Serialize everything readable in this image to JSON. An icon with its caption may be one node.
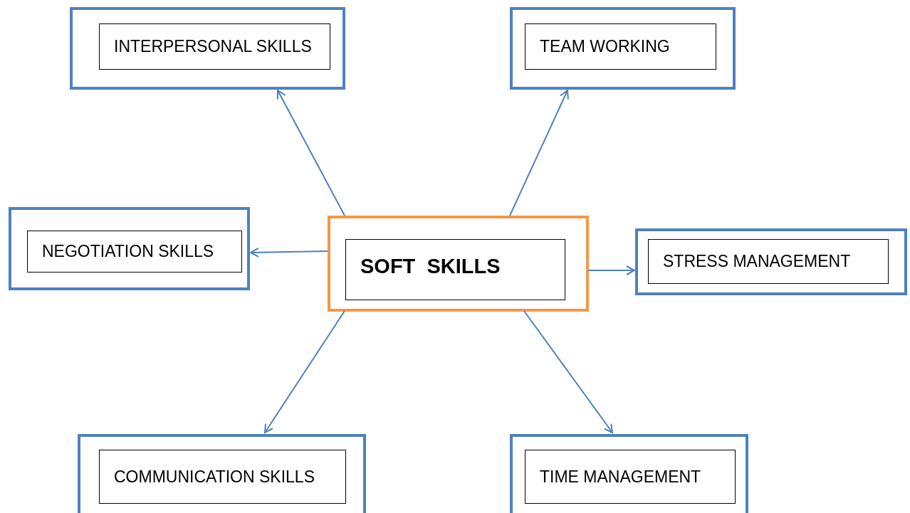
{
  "diagram": {
    "nodes": [
      {
        "text": [],
        "shape": "box"
      },
      {
        "text": [
          "INTERPERSONAL SKILLS"
        ],
        "in": 0
      },
      {
        "text": [],
        "shape": "box"
      },
      {
        "text": [
          "TEAM WORKING"
        ],
        "in": 2
      },
      {
        "text": [],
        "shape": "box"
      },
      {
        "text": [
          "NEGOTIATION SKILLS"
        ],
        "in": 4
      },
      {
        "text": [],
        "shape": "box"
      },
      {
        "text": [
          "SOFT  SKILLS"
        ],
        "in": 6
      },
      {
        "text": [],
        "shape": "box"
      },
      {
        "text": [
          "STRESS MANAGEMENT"
        ],
        "in": 8
      },
      {
        "text": [],
        "shape": "box"
      },
      {
        "text": [
          "COMMUNICATION SKILLS"
        ],
        "in": 10
      },
      {
        "text": [],
        "shape": "box"
      },
      {
        "text": [
          "TIME MANAGEMENT"
        ],
        "in": 12
      }
    ],
    "edges": [
      {
        "from": 6,
        "to": 0,
        "arrow": "to"
      },
      {
        "from": 6,
        "to": 2,
        "arrow": "to"
      },
      {
        "from": 6,
        "to": 4,
        "arrow": "to"
      },
      {
        "from": 6,
        "to": 8,
        "arrow": "to"
      },
      {
        "from": 6,
        "to": 10,
        "arrow": "to"
      },
      {
        "from": 6,
        "to": 12,
        "arrow": "to"
      }
    ]
  }
}
